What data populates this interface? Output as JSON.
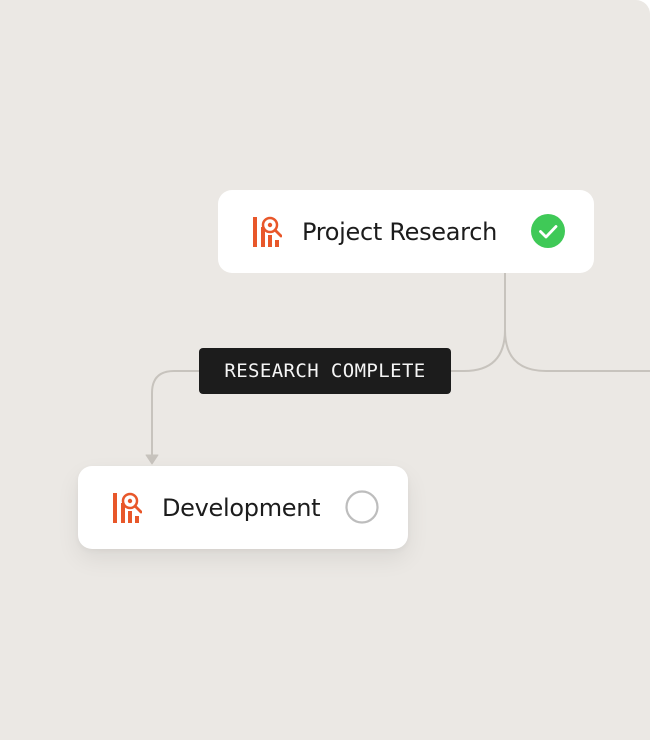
{
  "theme": {
    "canvas_bg": "#ebe8e4",
    "node_bg": "#ffffff",
    "accent_orange": "#e8572a",
    "complete_green": "#3fc957",
    "pending_gray": "#bdbdbd",
    "connector_gray": "#c7c3bd",
    "edge_label_bg": "#1c1c1c"
  },
  "nodes": [
    {
      "label": "Project Research",
      "icon": "research-chart-icon",
      "status": "complete",
      "status_icon": "check-circle-icon"
    },
    {
      "label": "Development",
      "icon": "research-chart-icon",
      "status": "pending",
      "status_icon": "empty-circle-icon"
    }
  ],
  "edges": [
    {
      "from": "Project Research",
      "to": "Development",
      "label": "RESEARCH COMPLETE"
    }
  ]
}
